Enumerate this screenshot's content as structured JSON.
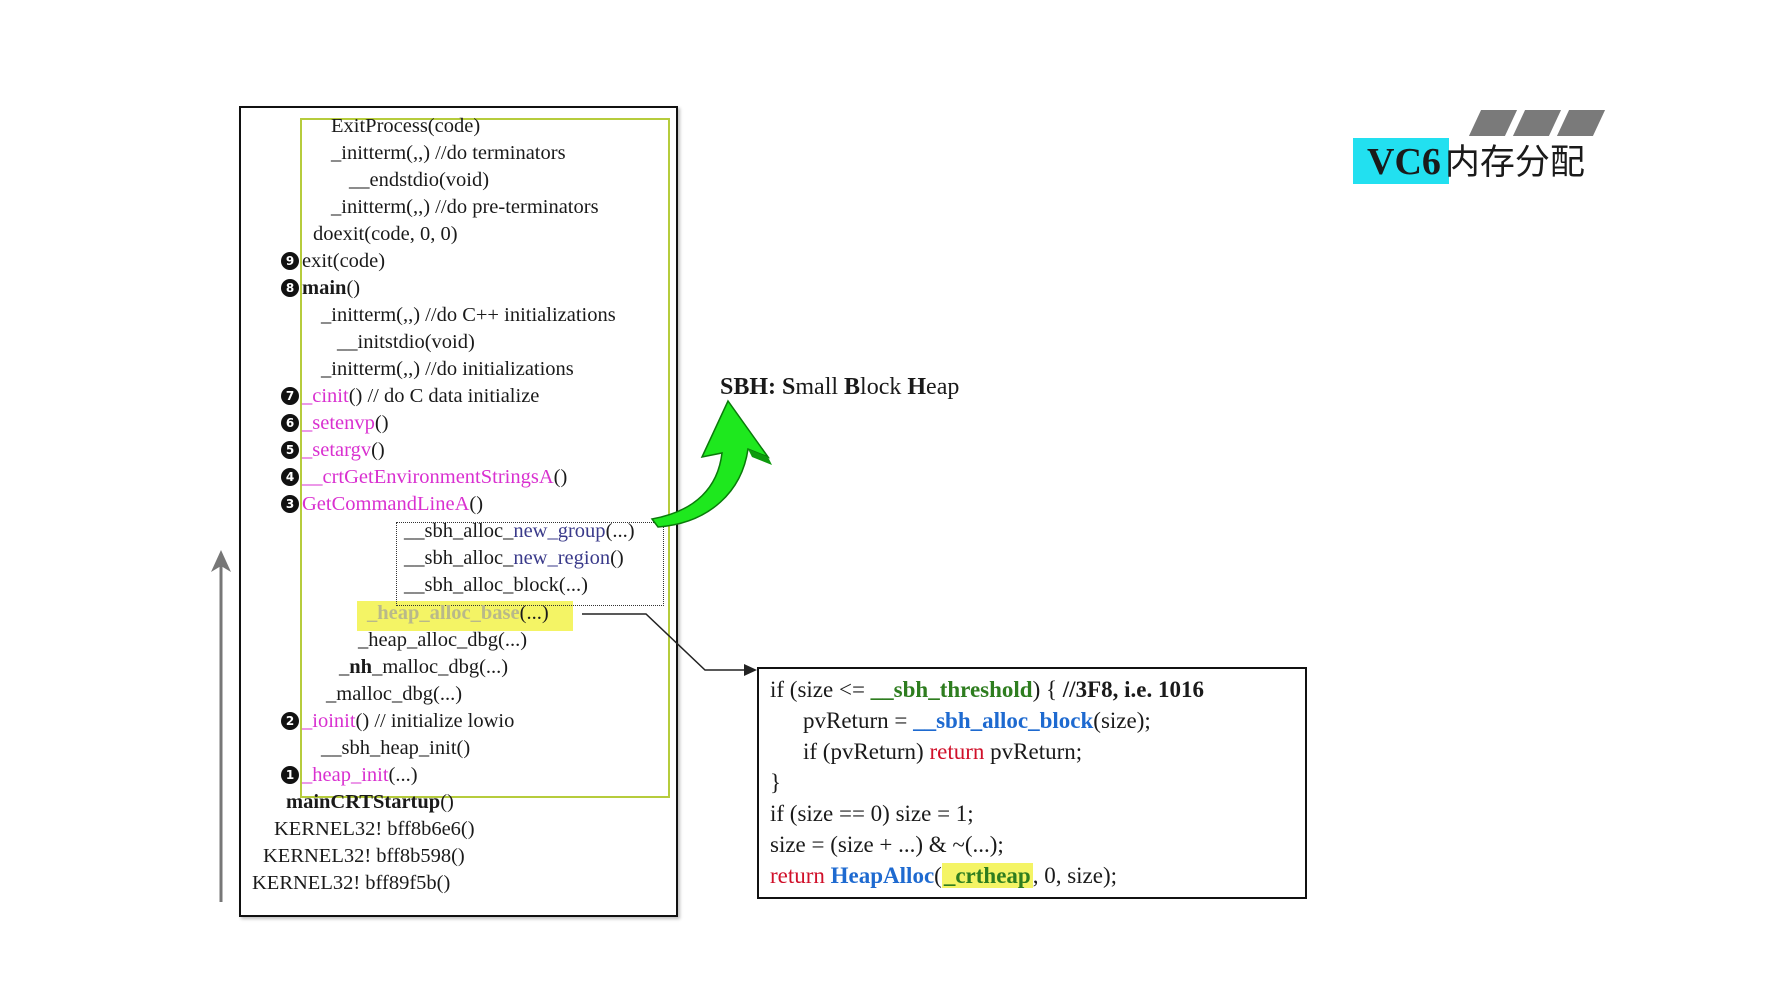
{
  "title": {
    "prefix": "VC6",
    "suffix": "内存分配"
  },
  "sbh_label": {
    "abbr": "SBH:",
    "s": "S",
    "mall": "mall ",
    "b": "B",
    "lock": "lock ",
    "h": "H",
    "eap": "eap"
  },
  "call_stack": [
    {
      "id": "l01",
      "badge": "",
      "parts": [
        {
          "t": "ExitProcess(code)"
        }
      ]
    },
    {
      "id": "l02",
      "badge": "",
      "parts": [
        {
          "t": "_initterm(,,)    //do terminators"
        }
      ]
    },
    {
      "id": "l03",
      "badge": "",
      "parts": [
        {
          "t": "__endstdio(void)"
        }
      ]
    },
    {
      "id": "l04",
      "badge": "",
      "parts": [
        {
          "t": "_initterm(,,)    //do pre-terminators"
        }
      ]
    },
    {
      "id": "l05",
      "badge": "",
      "parts": [
        {
          "t": "doexit(code, 0, 0)"
        }
      ]
    },
    {
      "id": "l06",
      "badge": "9",
      "parts": [
        {
          "t": "exit(code)"
        }
      ]
    },
    {
      "id": "l07",
      "badge": "8",
      "parts": [
        {
          "t": "main",
          "c": "bold"
        },
        {
          "t": "()"
        }
      ]
    },
    {
      "id": "l08",
      "badge": "",
      "parts": [
        {
          "t": "_initterm(,,)   //do C++ initializations"
        }
      ]
    },
    {
      "id": "l09",
      "badge": "",
      "parts": [
        {
          "t": "__initstdio(void)"
        }
      ]
    },
    {
      "id": "l10",
      "badge": "",
      "parts": [
        {
          "t": "_initterm(,,)   //do initializations"
        }
      ]
    },
    {
      "id": "l11",
      "badge": "7",
      "parts": [
        {
          "t": "_cinit",
          "c": "magenta"
        },
        {
          "t": "()   // do C data initialize"
        }
      ]
    },
    {
      "id": "l12",
      "badge": "6",
      "parts": [
        {
          "t": "_setenvp",
          "c": "magenta"
        },
        {
          "t": "()"
        }
      ]
    },
    {
      "id": "l13",
      "badge": "5",
      "parts": [
        {
          "t": "_setargv",
          "c": "magenta"
        },
        {
          "t": "()"
        }
      ]
    },
    {
      "id": "l14",
      "badge": "4",
      "parts": [
        {
          "t": "__crtGetEnvironmentStringsA",
          "c": "magenta"
        },
        {
          "t": "()"
        }
      ]
    },
    {
      "id": "l15",
      "badge": "3",
      "parts": [
        {
          "t": "GetCommandLineA",
          "c": "magenta"
        },
        {
          "t": "()"
        }
      ]
    },
    {
      "id": "l16",
      "badge": "",
      "parts": [
        {
          "t": "__sbh_alloc_"
        },
        {
          "t": "new_group",
          "c": "navy"
        },
        {
          "t": "(...)"
        }
      ]
    },
    {
      "id": "l17",
      "badge": "",
      "parts": [
        {
          "t": "__sbh_alloc_"
        },
        {
          "t": "new_region",
          "c": "navy"
        },
        {
          "t": "()"
        }
      ]
    },
    {
      "id": "l18",
      "badge": "",
      "parts": [
        {
          "t": "__sbh_alloc_block(...)"
        }
      ]
    },
    {
      "id": "l19",
      "badge": "",
      "parts": [
        {
          "t": "_heap_alloc_base",
          "c": "faded"
        },
        {
          "t": "(...)"
        }
      ]
    },
    {
      "id": "l20",
      "badge": "",
      "parts": [
        {
          "t": "_heap_alloc_dbg(...)"
        }
      ]
    },
    {
      "id": "l21",
      "badge": "",
      "parts": [
        {
          "t": "_"
        },
        {
          "t": "nh",
          "c": "bold"
        },
        {
          "t": "_malloc_dbg(...)"
        }
      ]
    },
    {
      "id": "l22",
      "badge": "",
      "parts": [
        {
          "t": "_malloc_dbg(...)"
        }
      ]
    },
    {
      "id": "l23",
      "badge": "2",
      "parts": [
        {
          "t": "_ioinit",
          "c": "magenta"
        },
        {
          "t": "()  // initialize lowio"
        }
      ]
    },
    {
      "id": "l24",
      "badge": "",
      "parts": [
        {
          "t": "__sbh_heap_init()"
        }
      ]
    },
    {
      "id": "l25",
      "badge": "1",
      "parts": [
        {
          "t": "_heap_init",
          "c": "magenta"
        },
        {
          "t": "(...)"
        }
      ]
    },
    {
      "id": "l26",
      "badge": "",
      "parts": [
        {
          "t": "mainCRTStartup",
          "c": "bold"
        },
        {
          "t": "()"
        }
      ]
    },
    {
      "id": "l27",
      "badge": "",
      "parts": [
        {
          "t": "KERNEL32! bff8b6e6()"
        }
      ]
    },
    {
      "id": "l28",
      "badge": "",
      "parts": [
        {
          "t": "KERNEL32! bff8b598()"
        }
      ]
    },
    {
      "id": "l29",
      "badge": "",
      "parts": [
        {
          "t": "KERNEL32! bff89f5b()"
        }
      ]
    }
  ],
  "code_lines": [
    {
      "id": "c1",
      "parts": [
        {
          "t": "if (size <= "
        },
        {
          "t": "__sbh_threshold",
          "c": "green-txt"
        },
        {
          "t": ") {     "
        },
        {
          "t": "//3F8, i.e. 1016",
          "c": "bold"
        }
      ]
    },
    {
      "id": "c2",
      "parts": [
        {
          "t": "pvReturn = "
        },
        {
          "t": "__sbh_alloc_block",
          "c": "blue-txt"
        },
        {
          "t": "(size);"
        }
      ]
    },
    {
      "id": "c3",
      "parts": [
        {
          "t": "if (pvReturn)  "
        },
        {
          "t": "return",
          "c": "red-txt"
        },
        {
          "t": " pvReturn;"
        }
      ]
    },
    {
      "id": "c4",
      "parts": [
        {
          "t": "}"
        }
      ]
    },
    {
      "id": "c5",
      "parts": [
        {
          "t": "if (size == 0)  size = 1;"
        }
      ]
    },
    {
      "id": "c6",
      "parts": [
        {
          "t": "size = (size + ...) & ~(...);"
        }
      ]
    },
    {
      "id": "c7",
      "parts": [
        {
          "t": "return",
          "c": "red-txt"
        },
        {
          "t": " "
        },
        {
          "t": "HeapAlloc",
          "c": "blue-txt"
        },
        {
          "t": "("
        },
        {
          "t": "_crtheap",
          "c": "green-txt hl-code"
        },
        {
          "t": ", 0, size);"
        }
      ]
    }
  ],
  "colors": {
    "green_arrow": "#1ee81e",
    "highlight": "#f4f465",
    "title_accent": "#22e0f0",
    "magenta": "#d930d0"
  }
}
